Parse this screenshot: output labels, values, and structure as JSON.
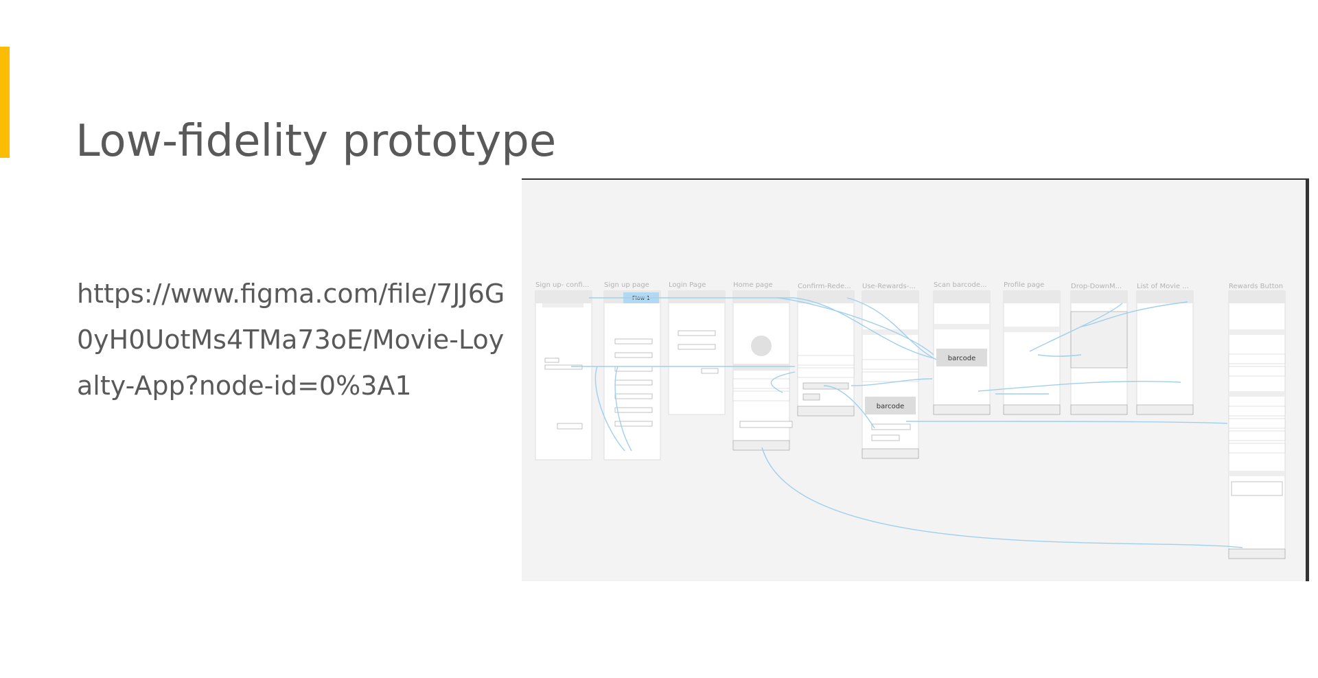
{
  "slide": {
    "title": "Low-fidelity prototype",
    "link_lines": [
      "https://www.figma.com/file/7JJ6G",
      "0yH0UotMs4TMa73oE/Movie-Loy",
      "alty-App?node-id=0%3A1"
    ],
    "accent_color": "#FBBC04"
  },
  "prototype": {
    "flow_label": "Flow 1",
    "frames": [
      {
        "title": "Sign up- confi..."
      },
      {
        "title": "Sign up page"
      },
      {
        "title": "Login Page"
      },
      {
        "title": "Home page"
      },
      {
        "title": "Confirm-Rede..."
      },
      {
        "title": "Use-Rewards-..."
      },
      {
        "title": "Scan barcode..."
      },
      {
        "title": "Profile page"
      },
      {
        "title": "Drop-DownM..."
      },
      {
        "title": "List of Movie ..."
      },
      {
        "title": "Rewards Button"
      }
    ],
    "barcode_label": "barcode",
    "flow_line_color": "#9fcfee"
  }
}
